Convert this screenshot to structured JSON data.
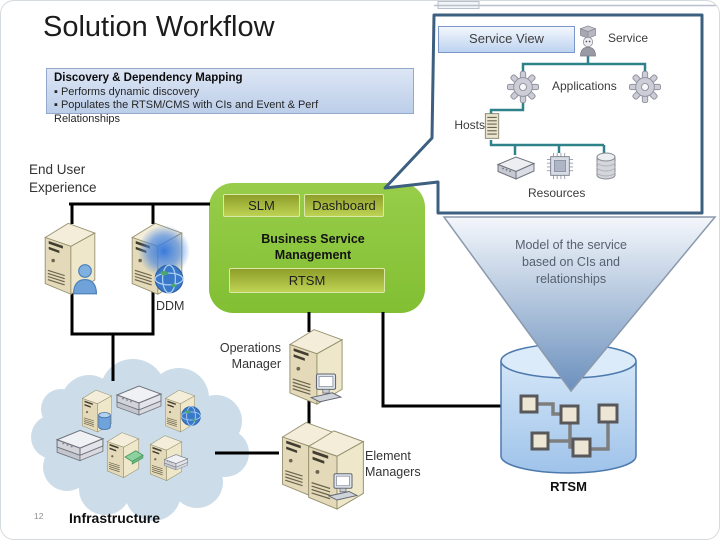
{
  "slide": {
    "title": "Solution Workflow",
    "number": "12"
  },
  "discovery_box": {
    "heading": "Discovery & Dependency Mapping",
    "line1": "▪ Performs dynamic discovery",
    "line2": "▪ Populates the RTSM/CMS with CIs and Event & Perf",
    "line3": "Relationships"
  },
  "service_panel": {
    "tab_label": "Service View",
    "service_label": "Service",
    "applications_label": "Applications",
    "hosts_label": "Hosts",
    "resources_label": "Resources"
  },
  "funnel": {
    "line1": "Model of the service",
    "line2": "based on CIs and",
    "line3": "relationships"
  },
  "bsm_box": {
    "slm": "SLM",
    "dashboard": "Dashboard",
    "title_line1": "Business Service",
    "title_line2": "Management",
    "rtsm": "RTSM"
  },
  "left_flow": {
    "end_user_line1": "End User",
    "end_user_line2": "Experience",
    "ddm": "DDM"
  },
  "bottom_flow": {
    "operations_line1": "Operations",
    "operations_line2": "Manager",
    "element_line1": "Element",
    "element_line2": "Managers",
    "infrastructure": "Infrastructure"
  },
  "rtsm_db": {
    "label": "RTSM"
  },
  "colors": {
    "green_box": "#8dc63f",
    "panel_border": "#3d5f80",
    "teal_connector": "#2f8289",
    "funnel_blue": "#6b90bd",
    "cylinder_blue": "#9fc3ea",
    "callout_fill": "#ffffff",
    "connector_black": "#000000"
  }
}
